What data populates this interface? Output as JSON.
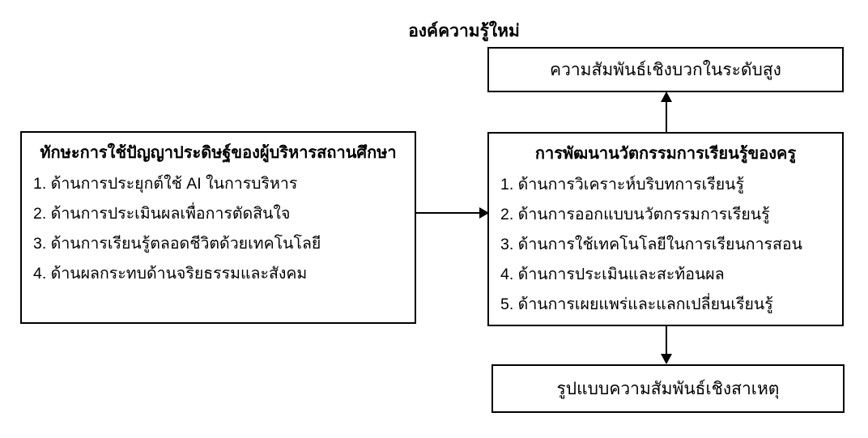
{
  "diagram": {
    "title": "องค์ความรู้ใหม่",
    "outcome_box": {
      "label": "ความสัมพันธ์เชิงบวกในระดับสูง"
    },
    "left_box": {
      "title": "ทักษะการใช้ปัญญาประดิษฐ์ของผู้บริหารสถานศึกษา",
      "items": [
        "1. ด้านการประยุกต์ใช้ AI ในการบริหาร",
        "2. ด้านการประเมินผลเพื่อการตัดสินใจ",
        "3. ด้านการเรียนรู้ตลอดชีวิตด้วยเทคโนโลยี",
        "4. ด้านผลกระทบด้านจริยธรรมและสังคม"
      ]
    },
    "right_box": {
      "title": "การพัฒนานวัตกรรมการเรียนรู้ของครู",
      "items": [
        "1. ด้านการวิเคราะห์บริบทการเรียนรู้",
        "2. ด้านการออกแบบนวัตกรรมการเรียนรู้",
        "3. ด้านการใช้เทคโนโลยีในการเรียนการสอน",
        "4. ด้านการประเมินและสะท้อนผล",
        "5. ด้านการเผยแพร่และแลกเปลี่ยนเรียนรู้"
      ]
    },
    "model_box": {
      "label": "รูปแบบความสัมพันธ์เชิงสาเหตุ"
    },
    "colors": {
      "border": "#000000",
      "background": "#ffffff",
      "text": "#000000"
    }
  }
}
